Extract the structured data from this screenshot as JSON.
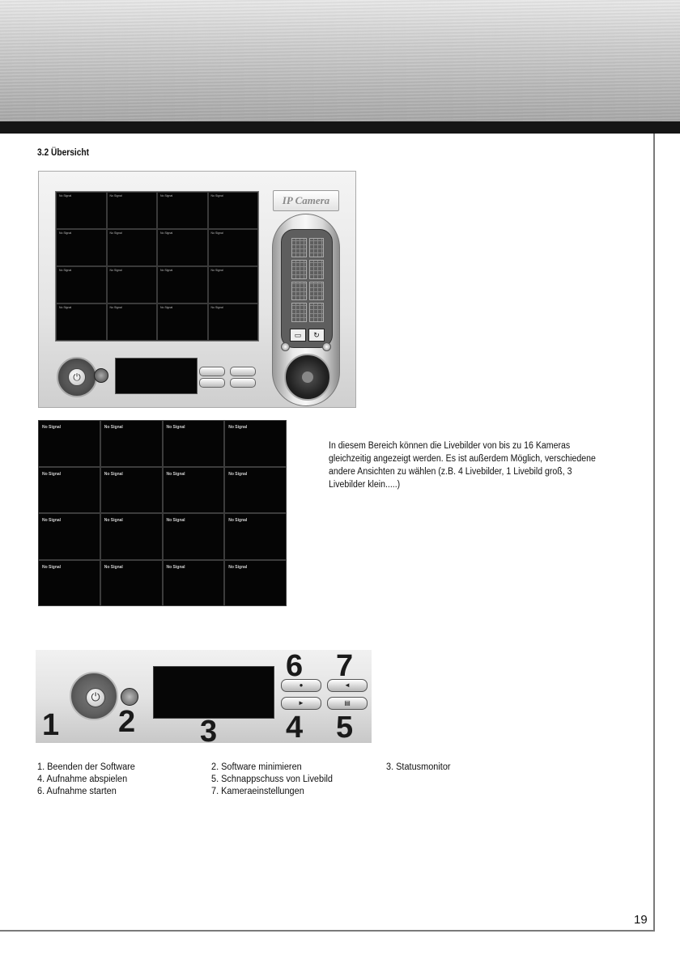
{
  "section": {
    "title": "3.2 Übersicht"
  },
  "app": {
    "brand": "IP Camera",
    "cells": [
      "No Signal",
      "No Signal",
      "No Signal",
      "No Signal",
      "No Signal",
      "No Signal",
      "No Signal",
      "No Signal",
      "No Signal",
      "No Signal",
      "No Signal",
      "No Signal",
      "No Signal",
      "No Signal",
      "No Signal",
      "No Signal"
    ]
  },
  "grid": {
    "cells": [
      "No Signal",
      "No Signal",
      "No Signal",
      "No Signal",
      "No Signal",
      "No Signal",
      "No Signal",
      "No Signal",
      "No Signal",
      "No Signal",
      "No Signal",
      "No Signal",
      "No Signal",
      "No Signal",
      "No Signal",
      "No Signal"
    ]
  },
  "description": "In diesem Bereich können die Livebilder von bis zu 16 Kameras gleichzeitig angezeigt werden. Es ist außerdem Möglich, verschiedene andere Ansichten zu wählen (z.B. 4 Livebilder, 1 Livebild groß, 3 Livebilder klein.....)",
  "callouts": [
    "1",
    "2",
    "3",
    "4",
    "5",
    "6",
    "7"
  ],
  "legend": {
    "col1": [
      "1.  Beenden der Software",
      "4.  Aufnahme abspielen",
      "6.  Aufnahme starten"
    ],
    "col2": [
      "2. Software minimieren",
      "5. Schnappschuss von Livebild",
      "7. Kameraeinstellungen"
    ],
    "col3": [
      "3. Statusmonitor"
    ]
  },
  "page_number": "19",
  "icons": [
    "power-icon",
    "play-icon",
    "record-icon",
    "snapshot-icon",
    "settings-icon"
  ]
}
